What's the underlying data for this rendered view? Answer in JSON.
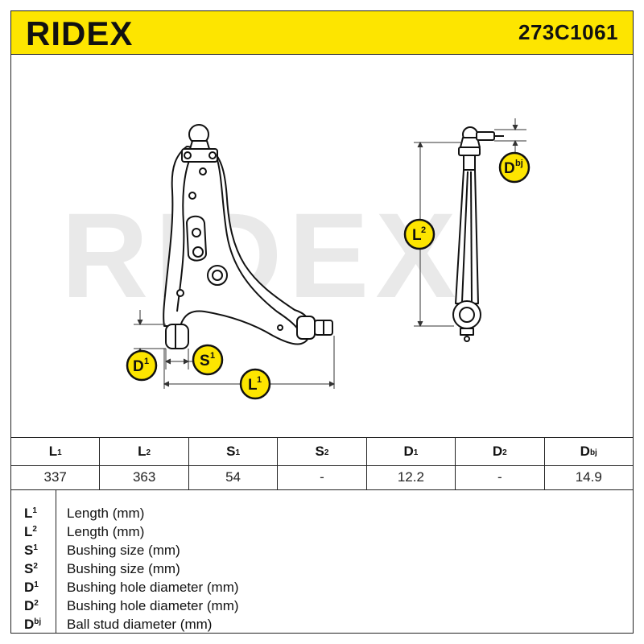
{
  "header": {
    "brand": "RIDEX",
    "part_number": "273C1061"
  },
  "diagram": {
    "watermark": "RIDEX",
    "labels": {
      "d1": {
        "base": "D",
        "sup": "1"
      },
      "s1": {
        "base": "S",
        "sup": "1"
      },
      "l1": {
        "base": "L",
        "sup": "1"
      },
      "l2": {
        "base": "L",
        "sup": "2"
      },
      "dbj": {
        "base": "D",
        "sup": "bj"
      }
    },
    "colors": {
      "badge": "#fde500",
      "badge_outline": "#111111",
      "watermark": "#e6e6e6"
    }
  },
  "specs": {
    "headers": [
      {
        "base": "L",
        "sup": "1"
      },
      {
        "base": "L",
        "sup": "2"
      },
      {
        "base": "S",
        "sup": "1"
      },
      {
        "base": "S",
        "sup": "2"
      },
      {
        "base": "D",
        "sup": "1"
      },
      {
        "base": "D",
        "sup": "2"
      },
      {
        "base": "D",
        "sup": "bj"
      }
    ],
    "values": [
      "337",
      "363",
      "54",
      "-",
      "12.2",
      "-",
      "14.9"
    ]
  },
  "legend": [
    {
      "base": "L",
      "sup": "1",
      "desc": "Length (mm)"
    },
    {
      "base": "L",
      "sup": "2",
      "desc": "Length (mm)"
    },
    {
      "base": "S",
      "sup": "1",
      "desc": "Bushing size (mm)"
    },
    {
      "base": "S",
      "sup": "2",
      "desc": "Bushing size (mm)"
    },
    {
      "base": "D",
      "sup": "1",
      "desc": "Bushing hole diameter (mm)"
    },
    {
      "base": "D",
      "sup": "2",
      "desc": "Bushing hole diameter (mm)"
    },
    {
      "base": "D",
      "sup": "bj",
      "desc": "Ball stud diameter (mm)"
    }
  ]
}
